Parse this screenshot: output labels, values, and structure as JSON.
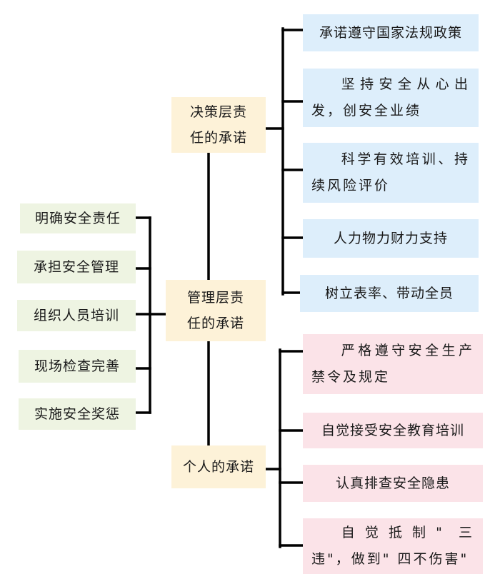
{
  "center": {
    "decision": "决策层责任的承诺",
    "management": "管理层责任的承诺",
    "personal": "个人的承诺"
  },
  "left_items": [
    "明确安全责任",
    "承担安全管理",
    "组织人员培训",
    "现场检查完善",
    "实施安全奖惩"
  ],
  "decision_items": [
    "承诺遵守国家法规政策",
    "坚持安全从心出发，创安全业绩",
    "科学有效培训、持续风险评价",
    "人力物力财力支持",
    "树立表率、带动全员"
  ],
  "personal_items": [
    "严格遵守安全生产禁令及规定",
    "自觉接受安全教育培训",
    "认真排查安全隐患",
    "自觉抵制\" 三违\"，做到\" 四不伤害\""
  ],
  "colors": {
    "center_fill": "#fdf2d8",
    "left_fill": "#eef4e2",
    "decision_fill": "#ddeefb",
    "personal_fill": "#fbe3e8",
    "line": "#000000"
  }
}
